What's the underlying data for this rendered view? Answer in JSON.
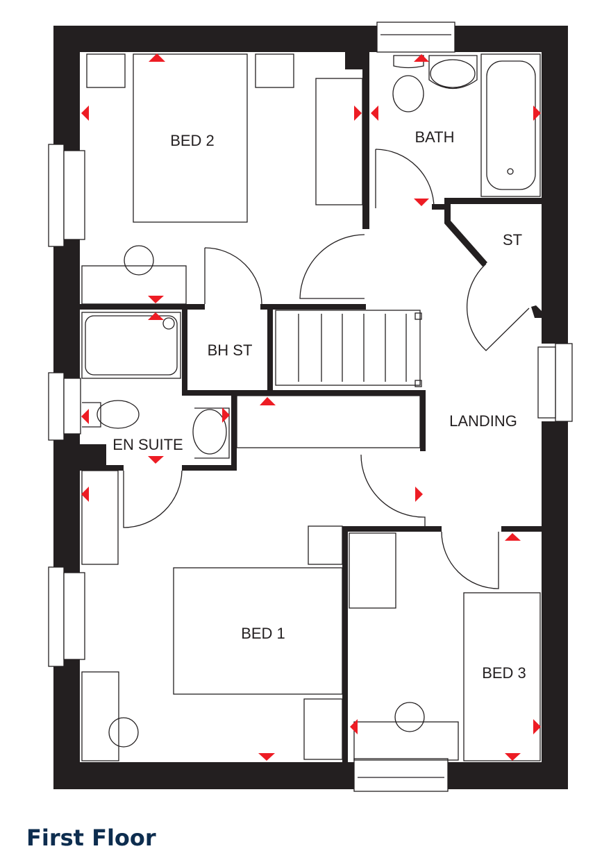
{
  "floor_title": "First Floor",
  "rooms": {
    "bed2": "BED 2",
    "bath": "BATH",
    "st": "ST",
    "bh_st": "BH ST",
    "landing": "LANDING",
    "en_suite": "EN SUITE",
    "bed1": "BED 1",
    "bed3": "BED 3"
  },
  "colors": {
    "wall": "#231f20",
    "marker": "#ed1c24",
    "title": "#0d2d4f"
  }
}
